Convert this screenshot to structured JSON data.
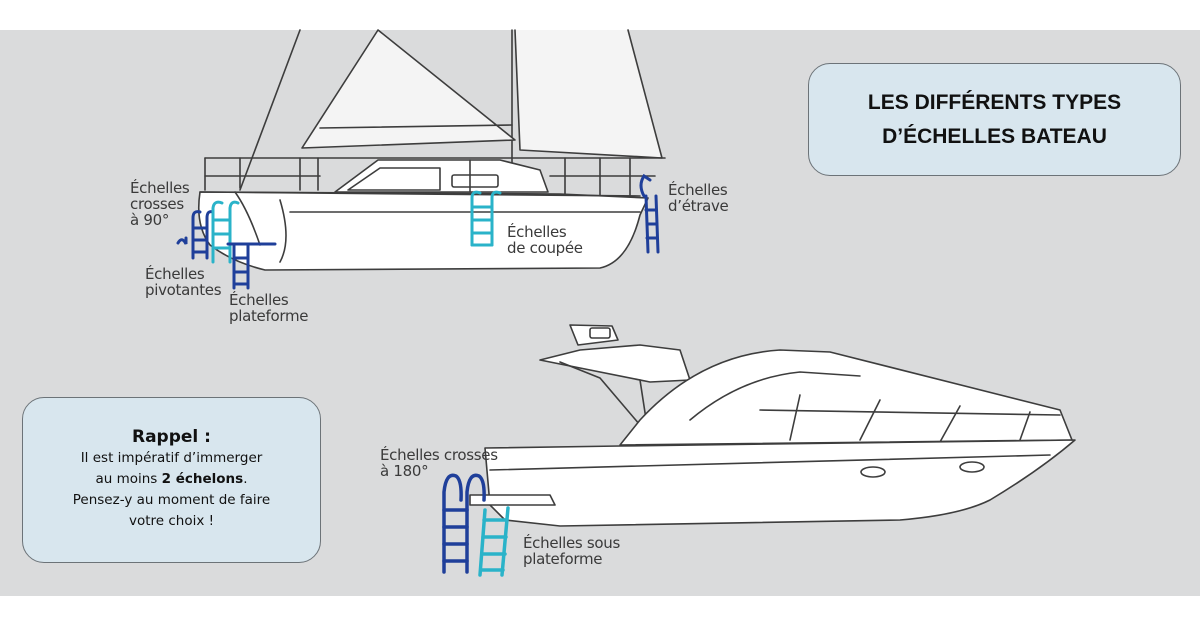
{
  "title": {
    "line1": "LES DIFFÉRENTS TYPES",
    "line2": "D’ÉCHELLES BATEAU"
  },
  "reminder": {
    "heading": "Rappel :",
    "line1": "Il est impératif d’immerger",
    "line2_prefix": "au moins ",
    "line2_bold": "2 échelons",
    "line2_suffix": ".",
    "line3": "Pensez-y au moment de faire",
    "line4": "votre choix !"
  },
  "sailboat_labels": {
    "crosses_90": [
      "Échelles",
      "crosses",
      "à 90°"
    ],
    "pivotantes": [
      "Échelles",
      "pivotantes"
    ],
    "plateforme": [
      "Échelles",
      "plateforme"
    ],
    "coupee": [
      "Échelles",
      "de coupée"
    ],
    "etrave": [
      "Échelles",
      "d’étrave"
    ]
  },
  "motorboat_labels": {
    "crosses_180": [
      "Échelles crosses",
      "à 180°"
    ],
    "sous_plateforme": [
      "Échelles sous",
      "plateforme"
    ]
  },
  "colors": {
    "background": "#dadbdc",
    "box_fill": "#d8e6ee",
    "ladder_dark": "#1f3f9a",
    "ladder_light": "#2ab3c9",
    "line": "#444444"
  }
}
